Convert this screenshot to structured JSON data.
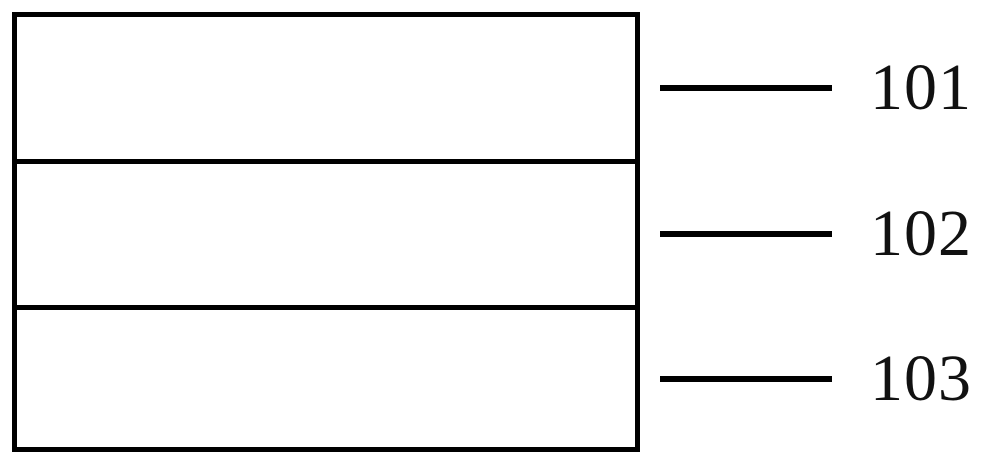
{
  "diagram": {
    "type": "layered-cross-section",
    "background_color": "#ffffff",
    "stroke_color": "#000000",
    "label_color": "#111111",
    "layers": [
      {
        "id": "101",
        "label": "101",
        "fill": "#ffffff"
      },
      {
        "id": "102",
        "label": "102",
        "fill": "#ffffff"
      },
      {
        "id": "103",
        "label": "103",
        "fill": "#ffffff"
      }
    ],
    "callouts": [
      {
        "label": "101",
        "target_layer": "101"
      },
      {
        "label": "102",
        "target_layer": "102"
      },
      {
        "label": "103",
        "target_layer": "103"
      }
    ]
  }
}
